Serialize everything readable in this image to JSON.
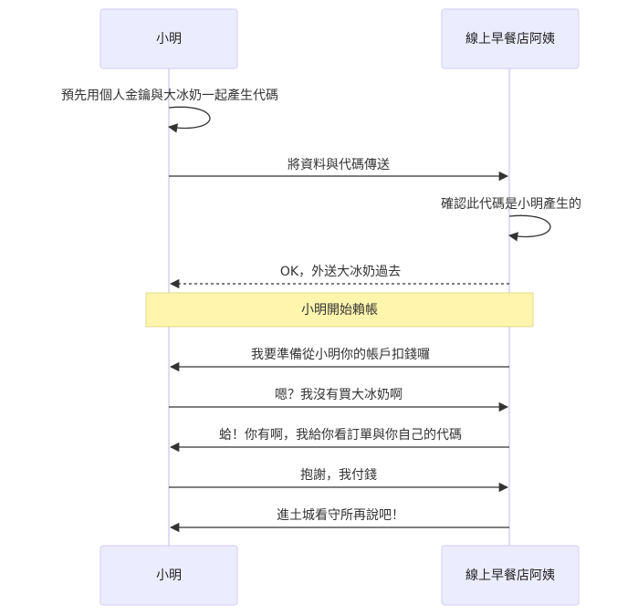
{
  "actors": {
    "left": "小明",
    "right": "線上早餐店阿姨"
  },
  "messages": [
    {
      "id": "m1",
      "text": "預先用個人金鑰與大冰奶一起產生代碼",
      "from": "left",
      "to": "left",
      "style": "solid"
    },
    {
      "id": "m2",
      "text": "將資料與代碼傳送",
      "from": "left",
      "to": "right",
      "style": "solid"
    },
    {
      "id": "m3",
      "text": "確認此代碼是小明產生的",
      "from": "right",
      "to": "right",
      "style": "solid"
    },
    {
      "id": "m4",
      "text": "OK，外送大冰奶過去",
      "from": "right",
      "to": "left",
      "style": "dashed"
    },
    {
      "id": "m6",
      "text": "我要準備從小明你的帳戶扣錢囉",
      "from": "right",
      "to": "left",
      "style": "solid"
    },
    {
      "id": "m7",
      "text": "嗯？我沒有買大冰奶啊",
      "from": "left",
      "to": "right",
      "style": "solid"
    },
    {
      "id": "m8",
      "text": "蛤！你有啊，我給你看訂單與你自己的代碼",
      "from": "right",
      "to": "left",
      "style": "solid"
    },
    {
      "id": "m9",
      "text": "抱謝，我付錢",
      "from": "left",
      "to": "right",
      "style": "solid"
    },
    {
      "id": "m10",
      "text": "進土城看守所再說吧！",
      "from": "right",
      "to": "left",
      "style": "solid"
    }
  ],
  "note": {
    "text": "小明開始賴帳",
    "over": [
      "left",
      "right"
    ]
  },
  "colors": {
    "actor_fill": "#ECECFF",
    "note_fill": "#FFF5AD",
    "line": "#333333"
  }
}
